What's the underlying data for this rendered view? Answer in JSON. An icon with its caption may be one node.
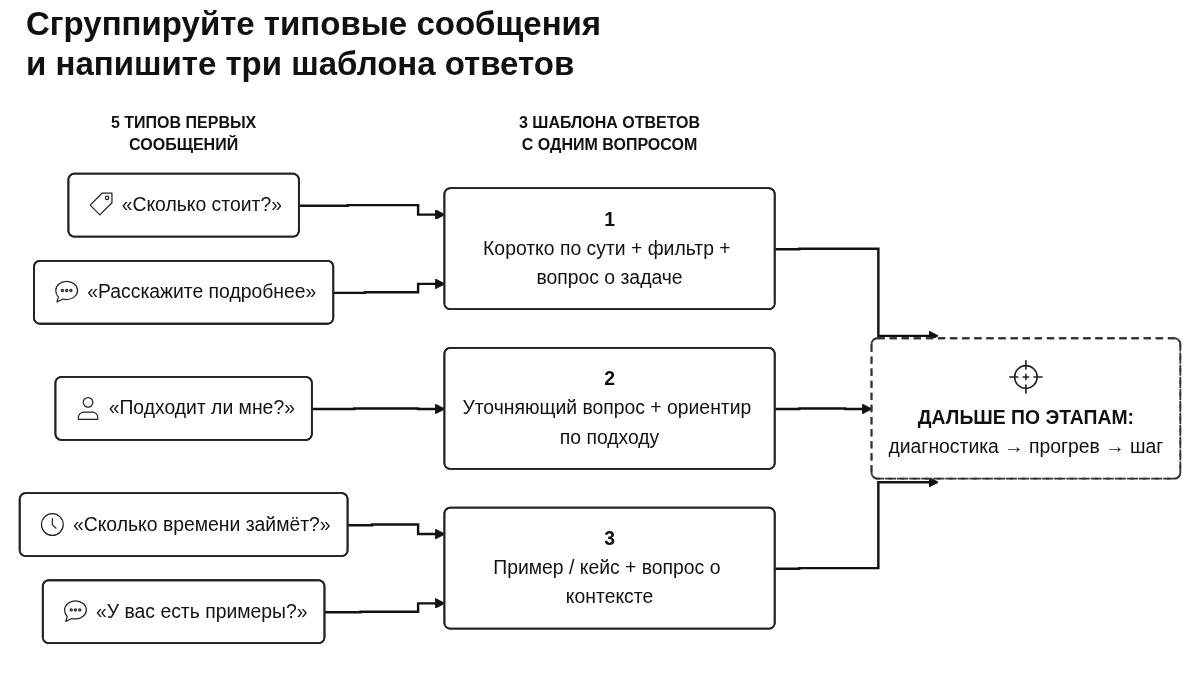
{
  "diagram": {
    "title": "Сгруппируйте типовые сообщения и напишите три шаблона ответов",
    "nodes": [
      {
        "text": [
          "«Сколько стоит?»"
        ]
      },
      {
        "text": [
          "«Расскажите подробнее»"
        ]
      },
      {
        "text": [
          "«Подходит ли мне?»"
        ]
      },
      {
        "text": [
          "«Сколько времени займёт?»"
        ]
      },
      {
        "text": [
          "«У вас есть примеры?»"
        ]
      },
      {
        "text": [
          "1",
          "Коротко по сути + фильтр + вопрос о задаче"
        ]
      },
      {
        "text": [
          "2",
          "Уточняющий вопрос + ориентир по подходу"
        ]
      },
      {
        "text": [
          "3",
          "Пример / кейс + вопрос о контексте"
        ]
      },
      {
        "text": [
          "ДАЛЬШЕ ПО ЭТАПАМ:",
          "диагностика → прогрев → шаг"
        ]
      }
    ],
    "edges": [
      {
        "from": 0,
        "to": 5,
        "arrow": "to"
      },
      {
        "from": 1,
        "to": 5,
        "arrow": "to"
      },
      {
        "from": 2,
        "to": 6,
        "arrow": "to"
      },
      {
        "from": 3,
        "to": 7,
        "arrow": "to"
      },
      {
        "from": 4,
        "to": 7,
        "arrow": "to"
      },
      {
        "from": 5,
        "to": 8,
        "arrow": "to"
      },
      {
        "from": 6,
        "to": 8,
        "arrow": "to"
      },
      {
        "from": 7,
        "to": 8,
        "arrow": "to"
      }
    ],
    "labels": [
      "5 ТИПОВ ПЕРВЫХ СООБЩЕНИЙ",
      "3 ШАБЛОНА ОТВЕТОВ С ОДНИМ ВОПРОСОМ"
    ]
  }
}
